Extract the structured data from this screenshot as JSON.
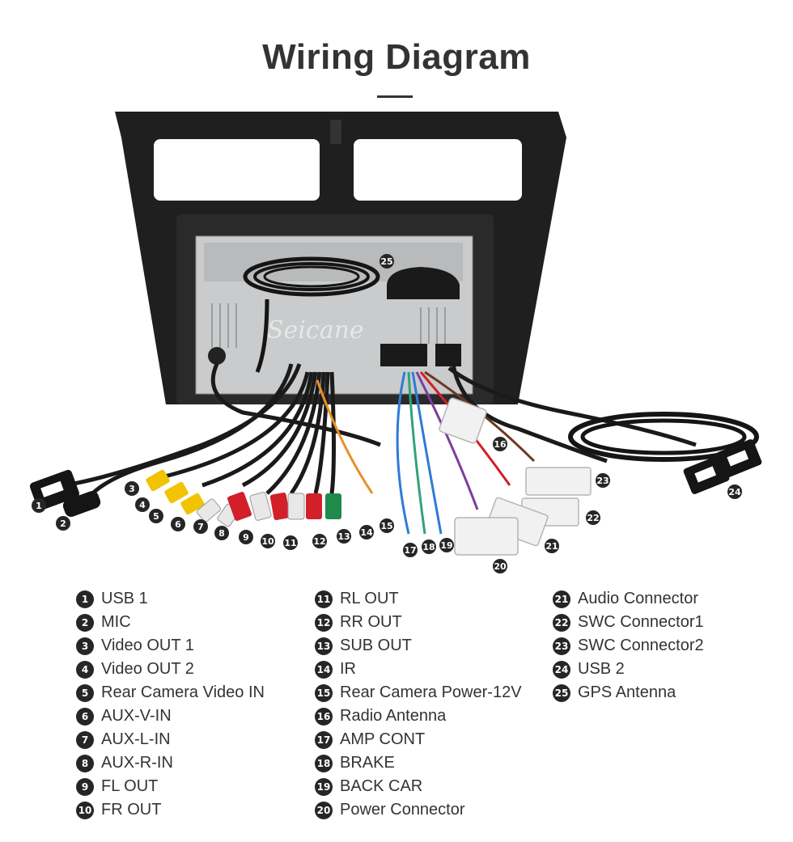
{
  "title": "Wiring Diagram",
  "watermark": "Seicane",
  "colors": {
    "dark": "#262626",
    "frame": "#1f1f1f",
    "chassis": "#c9cbcc",
    "wire": "#1a1a1a",
    "rca_yellow": "#f2c300",
    "rca_white": "#e8e8e8",
    "rca_red": "#d21f2a",
    "rca_green": "#1f8a4a",
    "wire_blue": "#2e7bd6",
    "wire_orange": "#e8902a",
    "connector": "#f1f1f1"
  },
  "legend": {
    "col1": [
      {
        "num": "1",
        "label": "USB 1"
      },
      {
        "num": "2",
        "label": "MIC"
      },
      {
        "num": "3",
        "label": "Video OUT 1"
      },
      {
        "num": "4",
        "label": "Video OUT 2"
      },
      {
        "num": "5",
        "label": "Rear Camera Video IN"
      },
      {
        "num": "6",
        "label": "AUX-V-IN"
      },
      {
        "num": "7",
        "label": "AUX-L-IN"
      },
      {
        "num": "8",
        "label": "AUX-R-IN"
      },
      {
        "num": "9",
        "label": "FL OUT"
      },
      {
        "num": "10",
        "label": "FR OUT"
      }
    ],
    "col2": [
      {
        "num": "11",
        "label": "RL OUT"
      },
      {
        "num": "12",
        "label": "RR OUT"
      },
      {
        "num": "13",
        "label": "SUB OUT"
      },
      {
        "num": "14",
        "label": "IR"
      },
      {
        "num": "15",
        "label": "Rear Camera Power-12V"
      },
      {
        "num": "16",
        "label": "Radio Antenna"
      },
      {
        "num": "17",
        "label": "AMP CONT"
      },
      {
        "num": "18",
        "label": "BRAKE"
      },
      {
        "num": "19",
        "label": "BACK CAR"
      },
      {
        "num": "20",
        "label": "Power Connector"
      }
    ],
    "col3": [
      {
        "num": "21",
        "label": "Audio Connector"
      },
      {
        "num": "22",
        "label": "SWC Connector1"
      },
      {
        "num": "23",
        "label": "SWC Connector2"
      },
      {
        "num": "24",
        "label": "USB 2"
      },
      {
        "num": "25",
        "label": "GPS Antenna"
      }
    ]
  },
  "markers": [
    "1",
    "2",
    "3",
    "4",
    "5",
    "6",
    "7",
    "8",
    "9",
    "10",
    "11",
    "12",
    "13",
    "14",
    "15",
    "16",
    "17",
    "18",
    "19",
    "20",
    "21",
    "22",
    "23",
    "24",
    "25"
  ]
}
